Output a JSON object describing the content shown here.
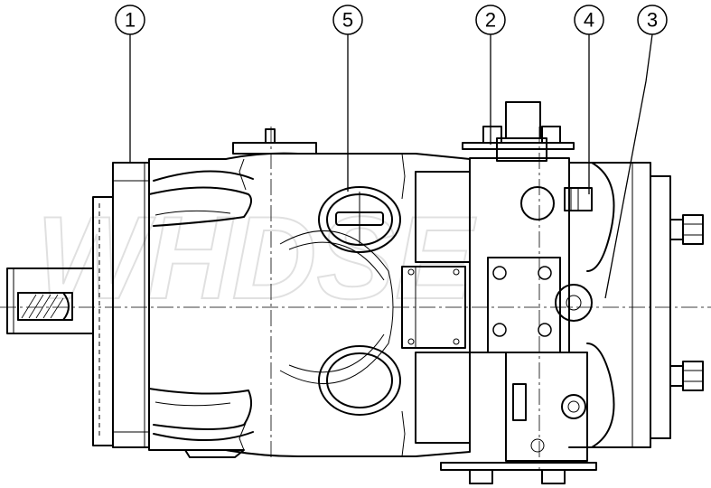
{
  "watermark": "WHDSE",
  "callouts": [
    {
      "id": "callout-1",
      "label": "1"
    },
    {
      "id": "callout-5",
      "label": "5"
    },
    {
      "id": "callout-2",
      "label": "2"
    },
    {
      "id": "callout-4",
      "label": "4"
    },
    {
      "id": "callout-3",
      "label": "3"
    }
  ],
  "colors": {
    "line": "#000000",
    "background": "#ffffff",
    "watermark": "#c8c8c8"
  }
}
